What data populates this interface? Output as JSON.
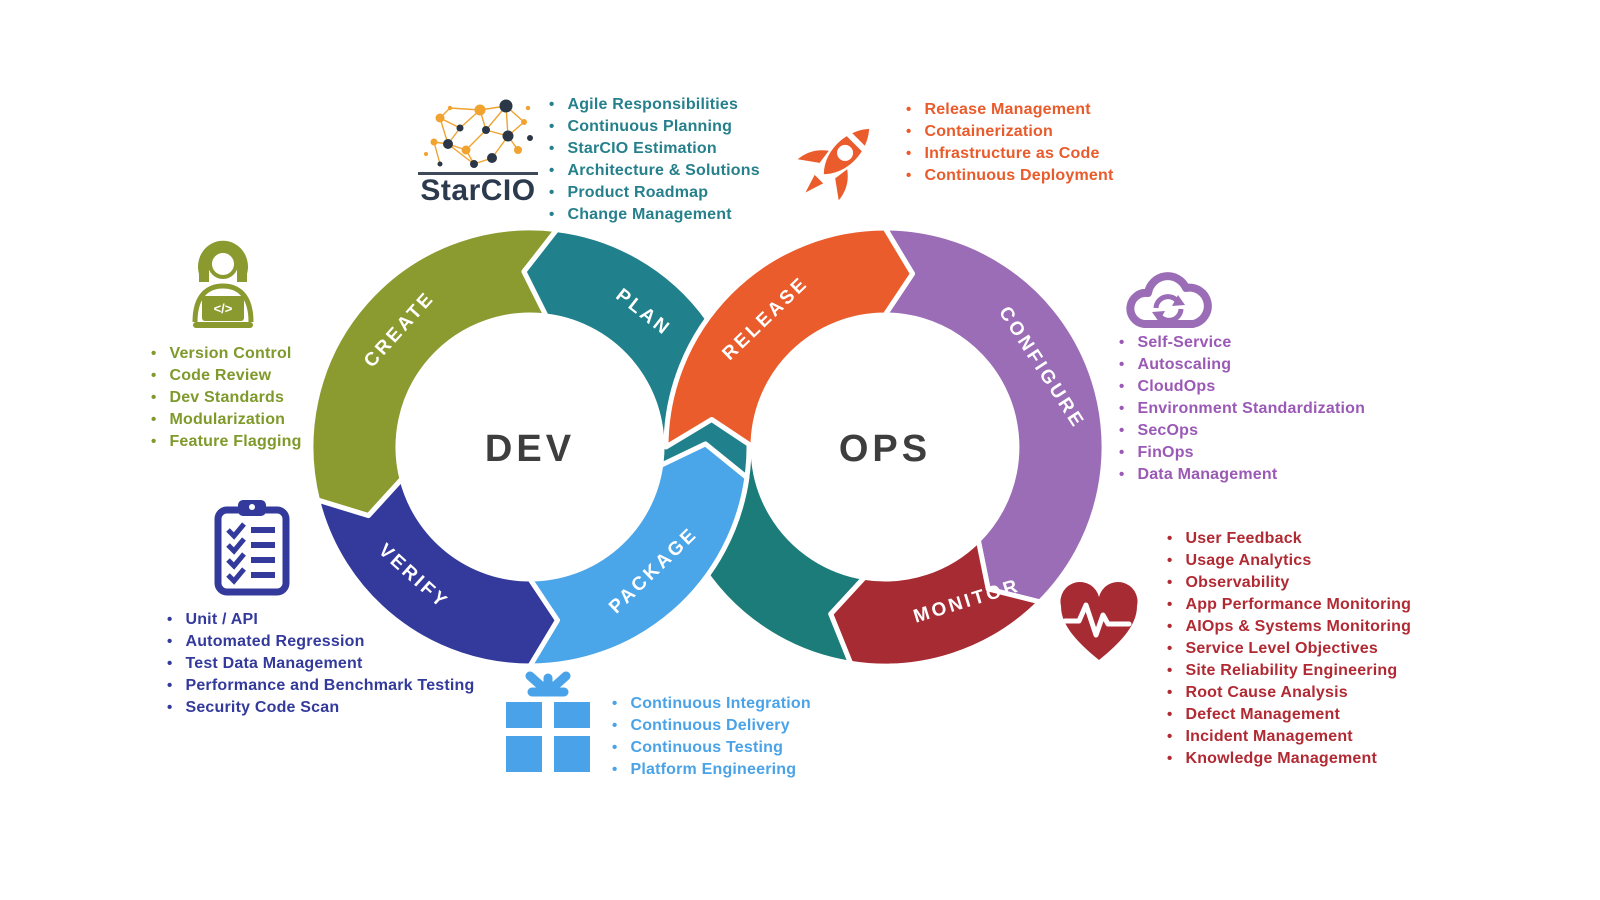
{
  "diagram": {
    "dev_label": "DEV",
    "ops_label": "OPS",
    "segments": {
      "create": {
        "label": "CREATE",
        "color": "#8b9b2f"
      },
      "plan": {
        "label": "PLAN",
        "color": "#20808c"
      },
      "verify": {
        "label": "VERIFY",
        "color": "#343a9c"
      },
      "package": {
        "label": "PACKAGE",
        "color": "#4ba5e9"
      },
      "release": {
        "label": "RELEASE",
        "color": "#ea5c2c"
      },
      "configure": {
        "label": "CONFIGURE",
        "color": "#9b6db6"
      },
      "monitor": {
        "label": "MONITOR",
        "color": "#a72b33"
      },
      "connector": {
        "color": "#1b7c79"
      }
    }
  },
  "logo": {
    "name": "StarCIO"
  },
  "sections": {
    "plan": {
      "color": "#26808c",
      "items": [
        "Agile Responsibilities",
        "Continuous Planning",
        "StarCIO Estimation",
        "Architecture & Solutions",
        "Product Roadmap",
        "Change Management"
      ]
    },
    "release": {
      "color": "#e95b2b",
      "items": [
        "Release Management",
        "Containerization",
        "Infrastructure as Code",
        "Continuous Deployment"
      ]
    },
    "configure": {
      "color": "#9b59b6",
      "items": [
        "Self-Service",
        "Autoscaling",
        "CloudOps",
        "Environment Standardization",
        "SecOps",
        "FinOps",
        "Data Management"
      ]
    },
    "monitor": {
      "color": "#b12a33",
      "items": [
        "User Feedback",
        "Usage Analytics",
        "Observability",
        "App Performance Monitoring",
        "AIOps & Systems Monitoring",
        "Service Level Objectives",
        "Site Reliability Engineering",
        "Root Cause Analysis",
        "Defect Management",
        "Incident Management",
        "Knowledge Management"
      ]
    },
    "package": {
      "color": "#4aa3e8",
      "items": [
        "Continuous Integration",
        "Continuous Delivery",
        "Continuous Testing",
        "Platform Engineering"
      ]
    },
    "verify": {
      "color": "#333a9b",
      "items": [
        "Unit / API",
        "Automated Regression",
        "Test Data Management",
        "Performance and Benchmark Testing",
        "Security Code Scan"
      ]
    },
    "create": {
      "color": "#7f9a2b",
      "items": [
        "Version Control",
        "Code Review",
        "Dev Standards",
        "Modularization",
        "Feature Flagging"
      ]
    }
  }
}
